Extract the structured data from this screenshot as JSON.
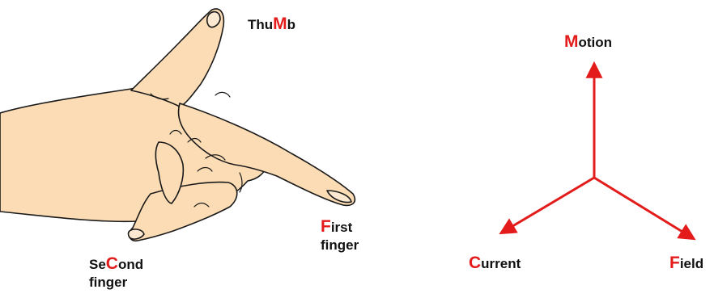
{
  "colors": {
    "accent": "#e31b1b",
    "skin": "#fcdcb4",
    "outline": "#1a1a1a",
    "text": "#111111"
  },
  "hand_labels": {
    "thumb": {
      "pre": "Thu",
      "hl": "M",
      "post": "b"
    },
    "first": {
      "hl": "F",
      "post": "irst",
      "line2": "finger"
    },
    "second": {
      "pre": "Se",
      "hl": "C",
      "post": "ond",
      "line2": "finger"
    }
  },
  "axis_labels": {
    "motion": {
      "hl": "M",
      "post": "otion"
    },
    "current": {
      "hl": "C",
      "post": "urrent"
    },
    "field": {
      "hl": "F",
      "post": "ield"
    }
  }
}
